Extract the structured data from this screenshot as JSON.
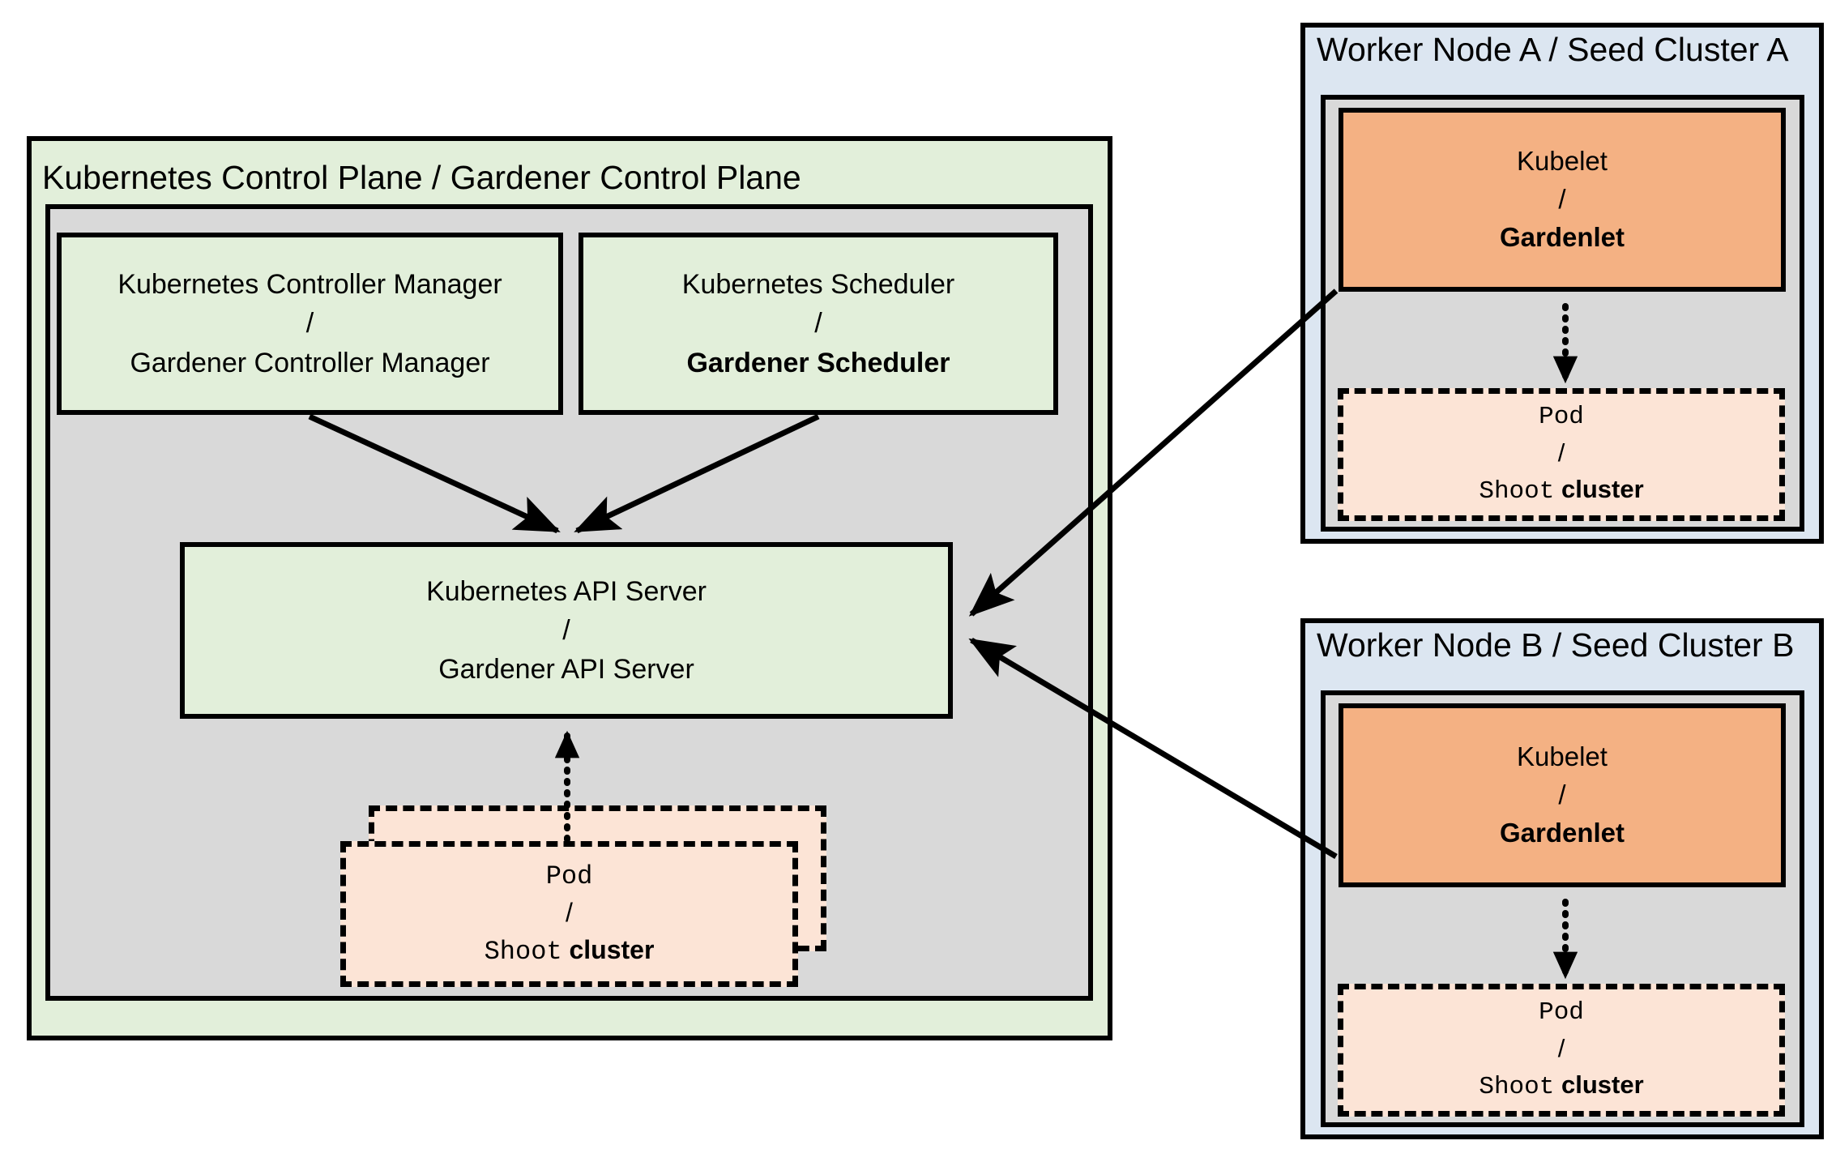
{
  "diagram": {
    "title_hidden": "",
    "colors": {
      "green_fill": "#e2efda",
      "gray_fill": "#d9d9d9",
      "blue_fill": "#dce6f1",
      "orange_fill": "#f4b183",
      "peach_fill": "#fce4d6",
      "stroke": "#000000",
      "page_bg": "#ffffff"
    },
    "control_plane": {
      "title": "Kubernetes Control Plane / Gardener Control Plane",
      "controller_manager": {
        "line1": "Kubernetes Controller Manager",
        "separator": "/",
        "line2": "Gardener Controller Manager"
      },
      "scheduler": {
        "line1": "Kubernetes Scheduler",
        "separator": "/",
        "line2": "Gardener Scheduler"
      },
      "api_server": {
        "line1": "Kubernetes API Server",
        "separator": "/",
        "line2": "Gardener API Server"
      },
      "pod": {
        "line1": "Pod",
        "separator": "/",
        "line2_mono": "Shoot",
        "line2_bold": "cluster"
      }
    },
    "worker_nodes": [
      {
        "title": "Worker Node A / Seed Cluster A",
        "kubelet": {
          "line1": "Kubelet",
          "separator": "/",
          "line2": "Gardenlet"
        },
        "pod": {
          "line1": "Pod",
          "separator": "/",
          "line2_mono": "Shoot",
          "line2_bold": "cluster"
        }
      },
      {
        "title": "Worker Node B / Seed Cluster B",
        "kubelet": {
          "line1": "Kubelet",
          "separator": "/",
          "line2": "Gardenlet"
        },
        "pod": {
          "line1": "Pod",
          "separator": "/",
          "line2_mono": "Shoot",
          "line2_bold": "cluster"
        }
      }
    ],
    "connectors": [
      {
        "name": "controller-manager-to-api-server",
        "style": "solid-arrow"
      },
      {
        "name": "scheduler-to-api-server",
        "style": "solid-arrow"
      },
      {
        "name": "control-plane-pod-to-api-server",
        "style": "dotted-arrow"
      },
      {
        "name": "seed-a-gardenlet-to-api-server",
        "style": "solid-arrow"
      },
      {
        "name": "seed-b-gardenlet-to-api-server",
        "style": "solid-arrow"
      },
      {
        "name": "seed-a-gardenlet-to-pod",
        "style": "dotted-arrow"
      },
      {
        "name": "seed-b-gardenlet-to-pod",
        "style": "dotted-arrow"
      }
    ]
  }
}
